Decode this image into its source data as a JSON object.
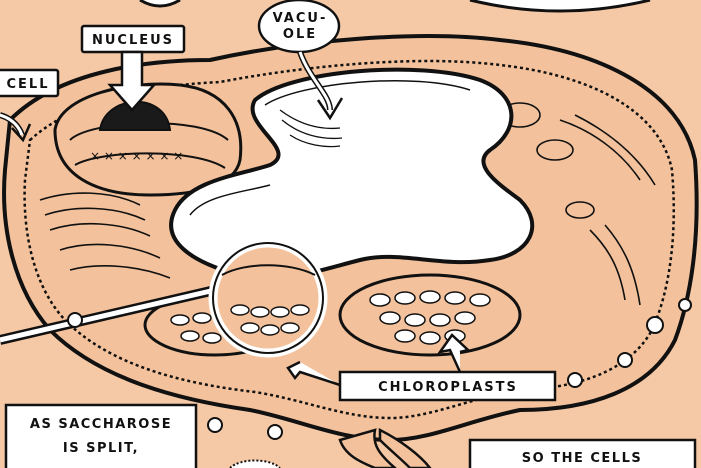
{
  "labels": {
    "vacuole_line1": "VACU-",
    "vacuole_line2": "OLE",
    "nucleus": "NUCLEUS",
    "cell": "CELL",
    "chloroplasts": "CHLOROPLASTS"
  },
  "captions": {
    "left_line1": "AS SACCHAROSE",
    "left_line2": "IS SPLIT,",
    "right_line1": "SO THE CELLS"
  },
  "colors": {
    "background": "#f6c9a6",
    "outline": "#111111",
    "vacuole_fill": "#ffffff",
    "cytoplasm": "#f3c29c",
    "bubble": "#ffffff"
  }
}
